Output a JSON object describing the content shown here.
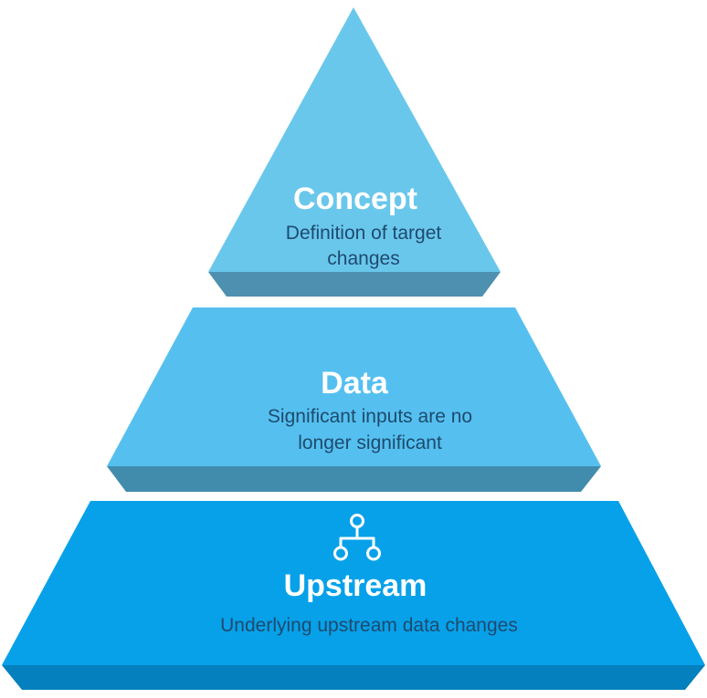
{
  "tiers": [
    {
      "title": "Concept",
      "description_lines": [
        "Definition of target",
        "changes"
      ]
    },
    {
      "title": "Data",
      "description_lines": [
        "Significant inputs are no",
        "longer significant"
      ]
    },
    {
      "title": "Upstream",
      "description_lines": [
        "Underlying upstream data changes"
      ],
      "icon": "hierarchy-icon"
    }
  ],
  "colors": {
    "top_face": "#6ac7ec",
    "top_side": "#4d90b0",
    "middle_face": "#55c0ef",
    "middle_side": "#418cad",
    "bottom_face": "#07a1e9",
    "bottom_side": "#0380bd",
    "title_text": "#ffffff",
    "description_text": "#1e4a6e"
  }
}
